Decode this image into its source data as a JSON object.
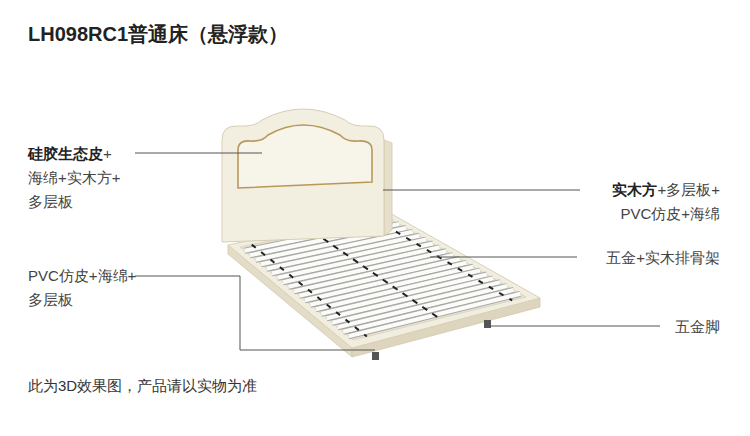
{
  "diagram": {
    "title": "LH098RC1普通床（悬浮款）",
    "caption": "此为3D效果图，产品请以实物为准",
    "labels": [
      "硅胶生态皮",
      "+海绵+实木方+多层板",
      "实木方",
      "+多层板+PVC仿皮+海绵",
      "五金+实木排骨架",
      "PVC仿皮+海绵+多层板",
      "五金脚"
    ]
  }
}
